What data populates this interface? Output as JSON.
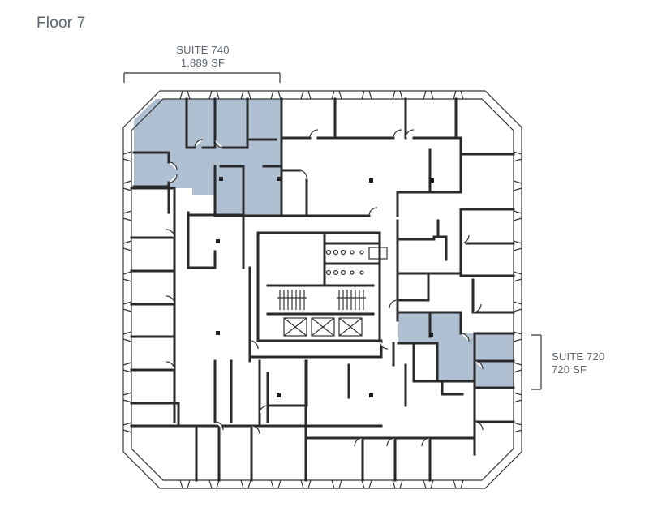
{
  "floor": {
    "title": "Floor 7"
  },
  "suites": [
    {
      "name": "SUITE 740",
      "area": "1,889 SF",
      "highlight_color": "#AFC0D2"
    },
    {
      "name": "SUITE 720",
      "area": "720 SF",
      "highlight_color": "#AFC0D2"
    }
  ],
  "colors": {
    "label": "#5B6470",
    "wall": "#2A2A2A",
    "suite_fill": "#AFC0D2",
    "background": "#FFFFFF"
  }
}
